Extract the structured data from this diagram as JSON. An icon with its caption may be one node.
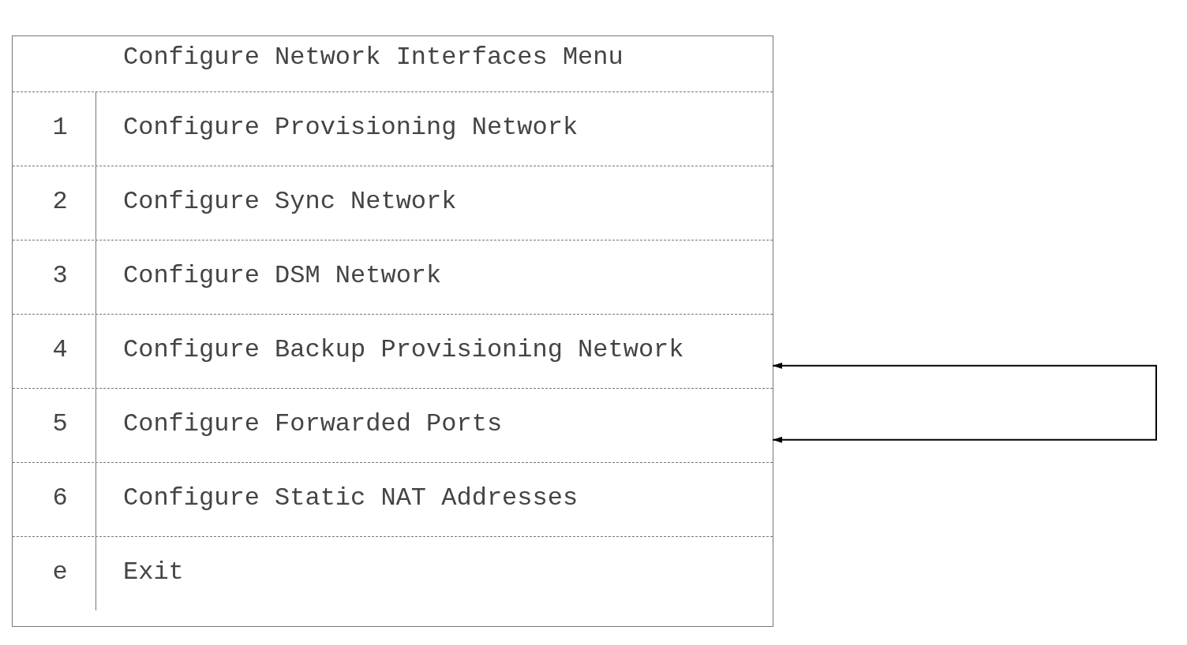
{
  "diagram": {
    "nodes": [
      {
        "text": [
          "Configure Network Interfaces Menu"
        ]
      },
      {
        "text": [
          "1",
          "Configure Provisioning Network"
        ],
        "in": 0
      },
      {
        "text": [
          "2",
          "Configure Sync Network"
        ],
        "in": 0
      },
      {
        "text": [
          "3",
          "Configure DSM Network"
        ],
        "in": 0
      },
      {
        "text": [
          "4",
          "Configure Backup Provisioning Network"
        ],
        "in": 0
      },
      {
        "text": [
          "5",
          "Configure Forwarded Ports"
        ],
        "in": 0
      },
      {
        "text": [
          "6",
          "Configure Static NAT Addresses"
        ],
        "in": 0
      },
      {
        "text": [
          "e",
          "Exit"
        ],
        "in": 0
      }
    ],
    "edges": [
      {
        "from": 4,
        "to": 5,
        "arrow": "both"
      }
    ]
  }
}
